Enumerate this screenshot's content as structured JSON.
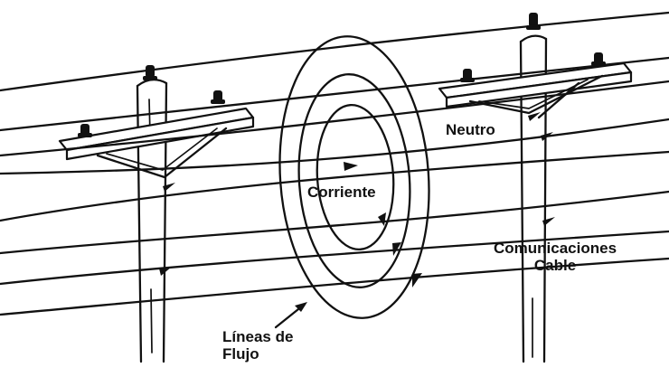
{
  "labels": {
    "neutro": "Neutro",
    "corriente": "Corriente",
    "comunicaciones_line1": "Comunicaciones",
    "comunicaciones_line2": "Cable",
    "lineas_line1": "Líneas de",
    "lineas_line2": "Flujo"
  },
  "colors": {
    "ink": "#111111",
    "background": "#ffffff"
  }
}
